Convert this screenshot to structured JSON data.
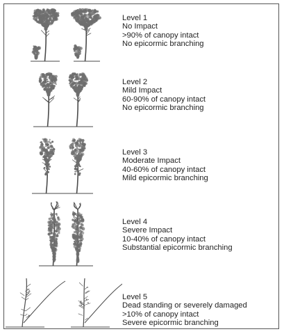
{
  "colors": {
    "ink": "#4a4a4a",
    "foliage": "#6e6e6e",
    "border": "#555555"
  },
  "levels": [
    {
      "lines": [
        "Level 1",
        "No Impact",
        ">90% of canopy intact",
        "No epicormic branching"
      ],
      "canopy_fraction": 0.95,
      "shape": "full-crown"
    },
    {
      "lines": [
        "Level 2",
        "Mild Impact",
        "60-90% of canopy intact",
        "No epicormic branching"
      ],
      "canopy_fraction": 0.75,
      "shape": "reduced-crown"
    },
    {
      "lines": [
        "Level 3",
        "Moderate Impact",
        "40-60% of canopy intact",
        "Mild epicormic branching"
      ],
      "canopy_fraction": 0.5,
      "shape": "thin-crown"
    },
    {
      "lines": [
        "Level 4",
        "Severe Impact",
        "10-40% of canopy intact",
        "Substantial epicormic branching"
      ],
      "canopy_fraction": 0.25,
      "shape": "epicormic-column"
    },
    {
      "lines": [
        "Level 5",
        "Dead standing or severely damaged",
        ">10% of canopy intact",
        "Severe epicormic branching"
      ],
      "canopy_fraction": 0.05,
      "shape": "dead-standing"
    }
  ]
}
